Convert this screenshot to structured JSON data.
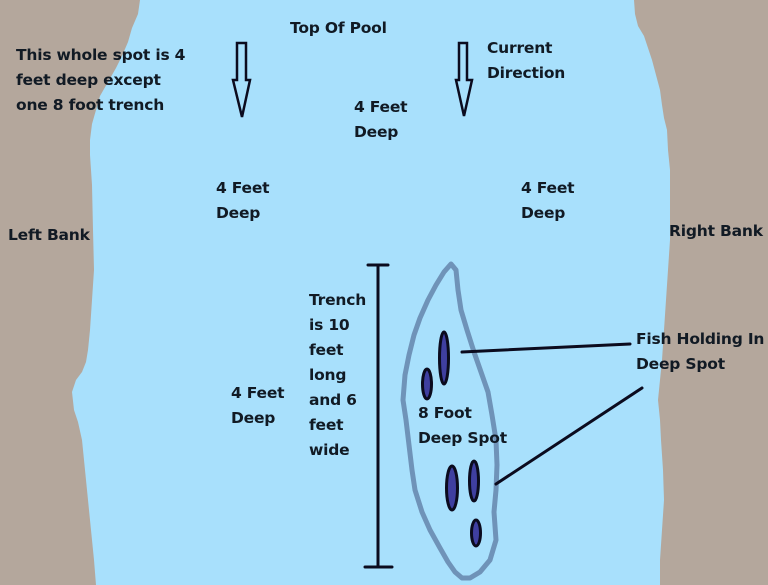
{
  "colors": {
    "water": "#a8e0fc",
    "bank": "#b4a79c",
    "trench_outline": "#6f93b8",
    "fish_fill": "#3f3fa0",
    "fish_outline": "#0b0b1e",
    "ink": "#111a24"
  },
  "labels": {
    "top_of_pool": "Top Of Pool",
    "current_direction": [
      "Current",
      "Direction"
    ],
    "note": [
      "This whole spot is 4",
      "feet deep except",
      "one 8 foot trench"
    ],
    "left_bank": "Left Bank",
    "right_bank": "Right Bank",
    "depth_top_center": [
      "4 Feet",
      "Deep"
    ],
    "depth_mid_left": [
      "4 Feet",
      "Deep"
    ],
    "depth_mid_right": [
      "4 Feet",
      "Deep"
    ],
    "depth_lower_left": [
      "4 Feet",
      "Deep"
    ],
    "trench_size": [
      "Trench",
      "is 10",
      "feet",
      "long",
      "and 6",
      "feet",
      "wide"
    ],
    "deep_spot": [
      "8 Foot",
      "Deep Spot"
    ],
    "fish_holding": [
      "Fish Holding In",
      "Deep Spot"
    ]
  },
  "icons": {
    "current_arrows": [
      "down-arrow-icon",
      "down-arrow-icon"
    ],
    "fish_markers": 5
  }
}
